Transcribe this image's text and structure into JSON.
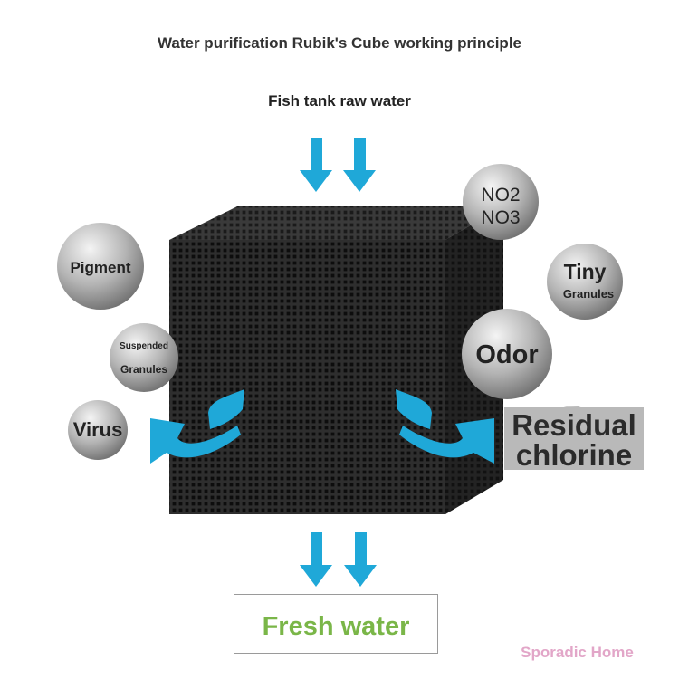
{
  "title": "Water purification Rubik's Cube working principle",
  "input_label": "Fish tank raw water",
  "output_label": "Fresh water",
  "watermark": "Sporadic Home",
  "colors": {
    "arrow": "#1fa8d8",
    "cube_front": "#1c1c1c",
    "fresh_text": "#7ab648",
    "watermark": "#e2a6c8",
    "bubble": "#a8a8a8"
  },
  "contaminants": {
    "pigment": "Pigment",
    "suspended_line1": "Suspended",
    "suspended_line2": "Granules",
    "virus": "Virus",
    "no2_line": "NO2",
    "no3_line": "NO3",
    "tiny_line1": "Tiny",
    "tiny_line2": "Granules",
    "odor": "Odor",
    "residual_line1": "Residual",
    "residual_line2": "chlorine"
  }
}
